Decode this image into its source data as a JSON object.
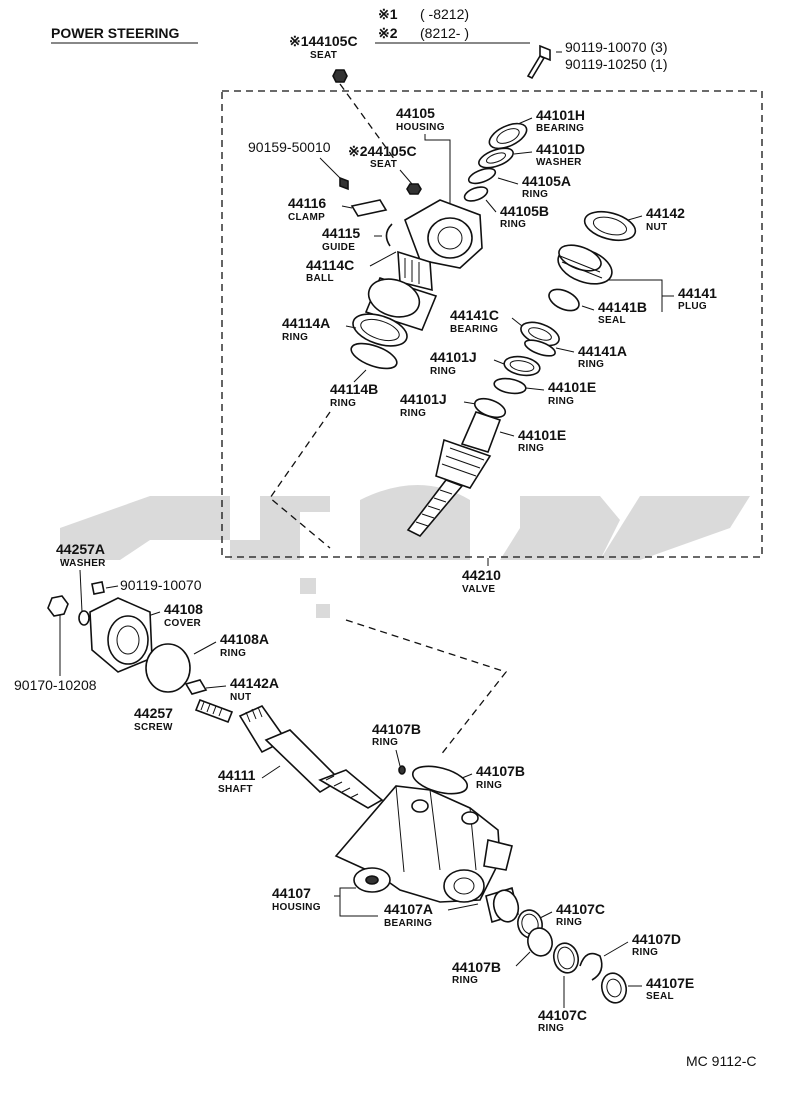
{
  "title": "POWER STEERING",
  "legend": {
    "mark1": "※1",
    "range1": "(        -8212)",
    "mark2": "※2",
    "range2": "(8212-          )"
  },
  "callouts": {
    "seat_top": {
      "pn": "※144105C",
      "name": "SEAT"
    },
    "bolt_top": {
      "pn": "90119-10070 (3)",
      "pn2": "90119-10250 (1)"
    },
    "housing_valve": {
      "pn": "44105",
      "name": "HOUSING"
    },
    "bearing_h": {
      "pn": "44101H",
      "name": "BEARING"
    },
    "washer_d": {
      "pn": "44101D",
      "name": "WASHER"
    },
    "ring_105a": {
      "pn": "44105A",
      "name": "RING"
    },
    "ring_105b": {
      "pn": "44105B",
      "name": "RING"
    },
    "nut_142": {
      "pn": "44142",
      "name": "NUT"
    },
    "plug_141": {
      "pn": "44141",
      "name": "PLUG"
    },
    "seal_141b": {
      "pn": "44141B",
      "name": "SEAL"
    },
    "bearing_141c": {
      "pn": "44141C",
      "name": "BEARING"
    },
    "ring_141a": {
      "pn": "44141A",
      "name": "RING"
    },
    "ring_101j_a": {
      "pn": "44101J",
      "name": "RING"
    },
    "ring_101e_a": {
      "pn": "44101E",
      "name": "RING"
    },
    "ring_101j_b": {
      "pn": "44101J",
      "name": "RING"
    },
    "ring_101e_b": {
      "pn": "44101E",
      "name": "RING"
    },
    "bolt_50010": {
      "pn": "90159-50010"
    },
    "seat_2": {
      "pn": "※244105C",
      "name": "SEAT"
    },
    "clamp": {
      "pn": "44116",
      "name": "CLAMP"
    },
    "guide": {
      "pn": "44115",
      "name": "GUIDE"
    },
    "ball": {
      "pn": "44114C",
      "name": "BALL"
    },
    "ring_114a": {
      "pn": "44114A",
      "name": "RING"
    },
    "ring_114b": {
      "pn": "44114B",
      "name": "RING"
    },
    "valve": {
      "pn": "44210",
      "name": "VALVE"
    },
    "washer_257a": {
      "pn": "44257A",
      "name": "WASHER"
    },
    "bolt_10070": {
      "pn": "90119-10070"
    },
    "cover": {
      "pn": "44108",
      "name": "COVER"
    },
    "ring_108a": {
      "pn": "44108A",
      "name": "RING"
    },
    "nut_142a": {
      "pn": "44142A",
      "name": "NUT"
    },
    "screw": {
      "pn": "44257",
      "name": "SCREW"
    },
    "nut_10208": {
      "pn": "90170-10208"
    },
    "shaft": {
      "pn": "44111",
      "name": "SHAFT"
    },
    "ring_107b_top": {
      "pn": "44107B",
      "name": "RING"
    },
    "ring_107b_mid": {
      "pn": "44107B",
      "name": "RING"
    },
    "housing_main": {
      "pn": "44107",
      "name": "HOUSING"
    },
    "bearing_107a": {
      "pn": "44107A",
      "name": "BEARING"
    },
    "ring_107c_a": {
      "pn": "44107C",
      "name": "RING"
    },
    "ring_107b_low": {
      "pn": "44107B",
      "name": "RING"
    },
    "ring_107d": {
      "pn": "44107D",
      "name": "RING"
    },
    "seal_107e": {
      "pn": "44107E",
      "name": "SEAL"
    },
    "ring_107c_b": {
      "pn": "44107C",
      "name": "RING"
    }
  },
  "diagram_code": "MC 9112-C"
}
